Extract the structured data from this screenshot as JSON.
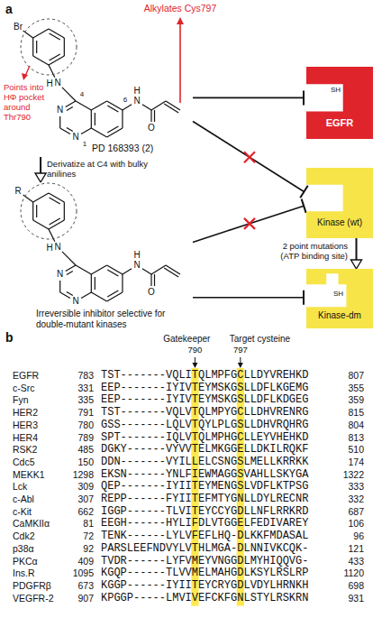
{
  "diagram": {
    "nodes": [
      {
        "text": [
          "PD 168393 (2)"
        ]
      },
      {
        "text": [
          "Irreversible inhibitor selective for double-mutant kinases"
        ]
      },
      {
        "text": [
          "EGFR",
          "SH"
        ]
      },
      {
        "text": [
          "Kinase (wt)"
        ]
      },
      {
        "text": [
          "Kinase-dm",
          "SH"
        ]
      }
    ],
    "edges": [
      {
        "from": 0,
        "to": 2,
        "arrow": "to"
      },
      {
        "from": 0,
        "to": 3,
        "arrow": "to"
      },
      {
        "from": 1,
        "to": 3,
        "arrow": "to"
      },
      {
        "from": 1,
        "to": 4,
        "arrow": "to"
      },
      {
        "from": 0,
        "to": 1,
        "arrow": "to",
        "label": "Derivatize at C4 with bulky anilines"
      },
      {
        "from": 3,
        "to": 4,
        "arrow": "to",
        "label": "2 point mutations (ATP binding site)"
      }
    ],
    "labels": [
      "a",
      "Alkylates Cys797",
      "Points into HΦ pocket around Thr790",
      "Br",
      "N",
      "H",
      "4",
      "N",
      "N",
      "1",
      "6",
      "N",
      "H",
      "O",
      "R",
      "N",
      "H",
      "N",
      "N",
      "N",
      "H",
      "O",
      "b",
      "Gatekeeper",
      "Target cysteine",
      "790",
      "797",
      "EGFR",
      "783",
      "TST-------VQLITQLMPFGCLLDYVREHKD",
      "807",
      "c-Src",
      "331",
      "EEP-------IYIVTEYMSKGSLLDFLKGEMG",
      "355",
      "Fyn",
      "335",
      "EEP-------IYIVTEYMSKGSLLDFLKDGEG",
      "359",
      "HER2",
      "791",
      "TST-------VQLVTQLMPYGCLLDHVRENRG",
      "815",
      "HER3",
      "780",
      "GSS-------LQLVTQYLPLGSLLDHVRQHRG",
      "804",
      "HER4",
      "789",
      "SPT-------IQLVTQLMPHGCLLEYVHEHKD",
      "813",
      "RSK2",
      "485",
      "DGKY------VYVVTELMKGGELLDKILRQKF",
      "510",
      "Cdc5",
      "150",
      "DDN-------VYILLELCSNGSLMELLKRRKK",
      "174",
      "MEKK1",
      "1298",
      "EKSN------YNLFIEWMAGGSVAHLLSKYGA",
      "1322",
      "Lck",
      "309",
      "QEP-------IYIITEYMENGSLVDFLKTPSG",
      "333",
      "c-Abl",
      "307",
      "REPP------FYIITEFMTYGNLLDYLRECNR",
      "332",
      "c-Kit",
      "662",
      "IGGP------TLVITEYCCYGDLLNFLRRKRD",
      "687",
      "CaMKIIα",
      "81",
      "EEGH------HYLIFDLVTGGELFEDIVAREY",
      "106",
      "Cdk2",
      "72",
      "TENK------LYLVFEFLHQ-DLKKFMDASAL",
      "96",
      "p38α",
      "92",
      "PARSLEEFNDVYLVTHLMGA-DLNNIVKCQK-",
      "121",
      "PKCα",
      "409",
      "TVDR------LYFVMEYVNGGDLMYHIQQVG-",
      "433",
      "Ins.R",
      "1095",
      "KGQP------TLVVMELMAHGDLKSYLRSLRP",
      "1120",
      "PDGFRβ",
      "673",
      "KGGP------IYIITEYCRYGDLVDYLHRNKH",
      "698",
      "VEGFR-2",
      "907",
      "KPGGP-----LMVIVEFCKFGNLSTYLRSKRN",
      "931"
    ]
  }
}
